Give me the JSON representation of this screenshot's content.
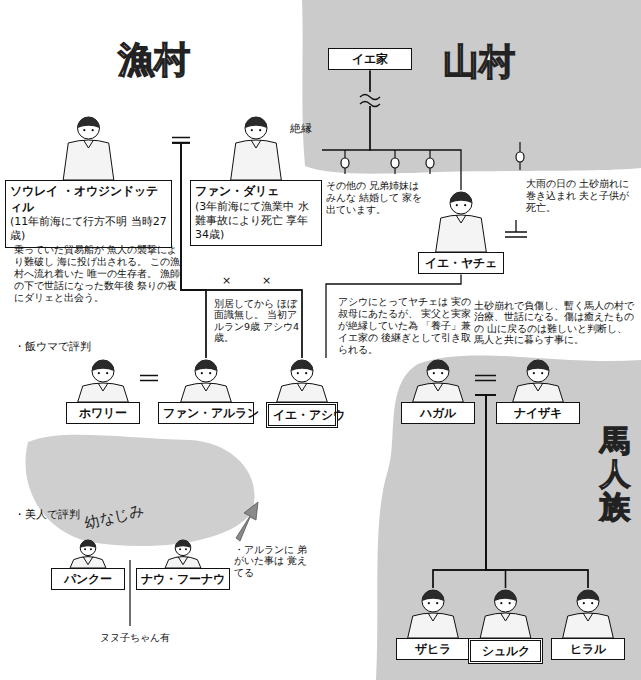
{
  "diagram": {
    "nodes": [
      {
        "text": [
          "イエ家"
        ]
      },
      {
        "text": [
          "ソウレイ ・オウジンドッティル",
          "(11年前海にて行方不明 当時27歳)"
        ]
      },
      {
        "text": [
          "ファン・ダリェ",
          "(3年前海にて漁業中 水難事故により死亡 享年34歳)"
        ]
      },
      {
        "text": [
          "イエ・ヤチェ"
        ]
      },
      {
        "text": [
          "ホワリー"
        ]
      },
      {
        "text": [
          "ファン・アルラン"
        ]
      },
      {
        "text": [
          "イエ・アシウ"
        ]
      },
      {
        "text": [
          "ハガル"
        ]
      },
      {
        "text": [
          "ナイザキ"
        ]
      },
      {
        "text": [
          "パンクー"
        ]
      },
      {
        "text": [
          "ナウ・フーナウ"
        ]
      },
      {
        "text": [
          "ザヒラ"
        ]
      },
      {
        "text": [
          "シュルク"
        ]
      },
      {
        "text": [
          "ヒラル"
        ]
      }
    ],
    "edges": [
      {
        "from": 0,
        "to": 2,
        "arrow": "none"
      },
      {
        "from": 0,
        "to": 3,
        "arrow": "none"
      },
      {
        "from": 1,
        "to": 2,
        "arrow": "none"
      },
      {
        "from": 1,
        "to": 5,
        "arrow": "none"
      },
      {
        "from": 1,
        "to": 6,
        "arrow": "none"
      },
      {
        "from": 2,
        "to": 5,
        "arrow": "none"
      },
      {
        "from": 2,
        "to": 6,
        "arrow": "none"
      },
      {
        "from": 3,
        "to": 6,
        "arrow": "none"
      },
      {
        "from": 4,
        "to": 5,
        "arrow": "none"
      },
      {
        "from": 7,
        "to": 8,
        "arrow": "none"
      },
      {
        "from": 7,
        "to": 11,
        "arrow": "none"
      },
      {
        "from": 7,
        "to": 12,
        "arrow": "none"
      },
      {
        "from": 7,
        "to": 13,
        "arrow": "none"
      },
      {
        "from": 8,
        "to": 11,
        "arrow": "none"
      },
      {
        "from": 8,
        "to": 12,
        "arrow": "none"
      },
      {
        "from": 8,
        "to": 13,
        "arrow": "none"
      }
    ],
    "labels": [
      "漁村",
      "山村",
      "絶縁",
      "その他の 兄弟姉妹はみんな 結婚して 家を出ています。",
      "大雨の日の 土砂崩れに巻き込まれ 夫と子供が死亡。",
      "乗っていた貿易船が 魚人の襲撃により難破し 海に投げ出される。 この漁村へ流れ着いた 唯一の生存者。 漁師の下で世話になった数年後 祭りの夜にダリェと出会う。",
      "別居してから ほぼ面識無し。 当初アルラン9歳 アシウ4歳。",
      "アシウにとってヤチェは 実の叔母にあたるが、 実父と実家が絶縁していた為 「養子」兼イエ家の 後継ぎとして引き取られる。",
      "土砂崩れで負傷し、暫く馬人の村で 治療、世話になる。傷は癒えたものの 山に戻るのは難しいと判断し、 馬人と共に暮らす事に。",
      "・飯ウマで評判",
      "幼なじみ",
      "・美人で評判",
      "・アルランに 弟がいた事は 覚えてる",
      "ヌヌ子ちゃん有",
      "馬人族",
      "×",
      "×"
    ]
  }
}
